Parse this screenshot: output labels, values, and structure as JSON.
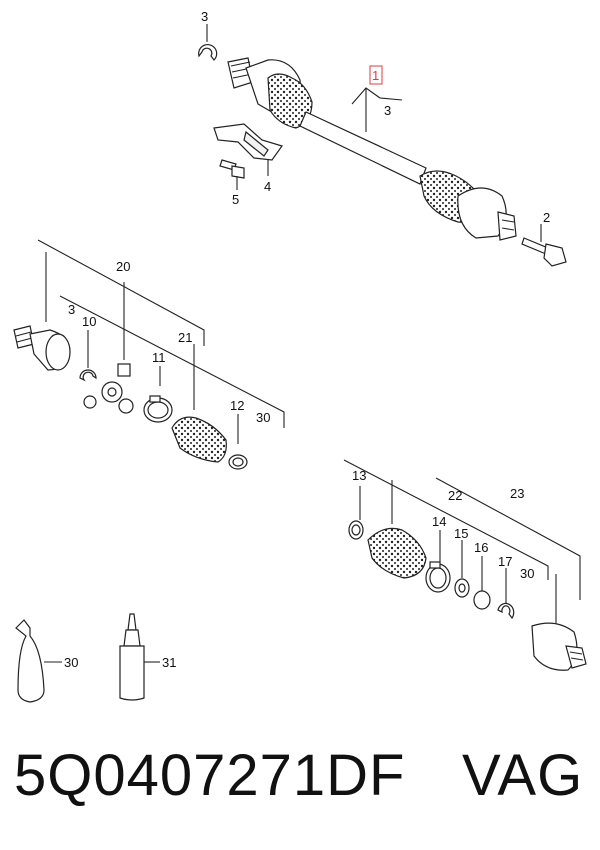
{
  "footer": {
    "part_number": "5Q0407271DF",
    "brand": "VAG"
  },
  "highlight_color": "#e23b3b",
  "labels": {
    "top_circlip": "3",
    "shaft_set": "1",
    "shaft_set_circlip": "3",
    "heat_shield": "4",
    "shield_bolt": "5",
    "hub_bolt": "2",
    "inner_group": "20",
    "inner_sub_circlip": "3",
    "inner_circlip": "10",
    "inner_boot_kit": "21",
    "inner_clamp_large": "11",
    "inner_clamp_small": "12",
    "inner_grease": "30",
    "outer_clamp_small": "13",
    "outer_boot_kit": "22",
    "outer_group": "23",
    "outer_clamp_large": "14",
    "dished_washer": "15",
    "thrust_washer": "16",
    "outer_circlip": "17",
    "outer_grease": "30",
    "grease_tube": "30",
    "sealant_bottle": "31"
  }
}
